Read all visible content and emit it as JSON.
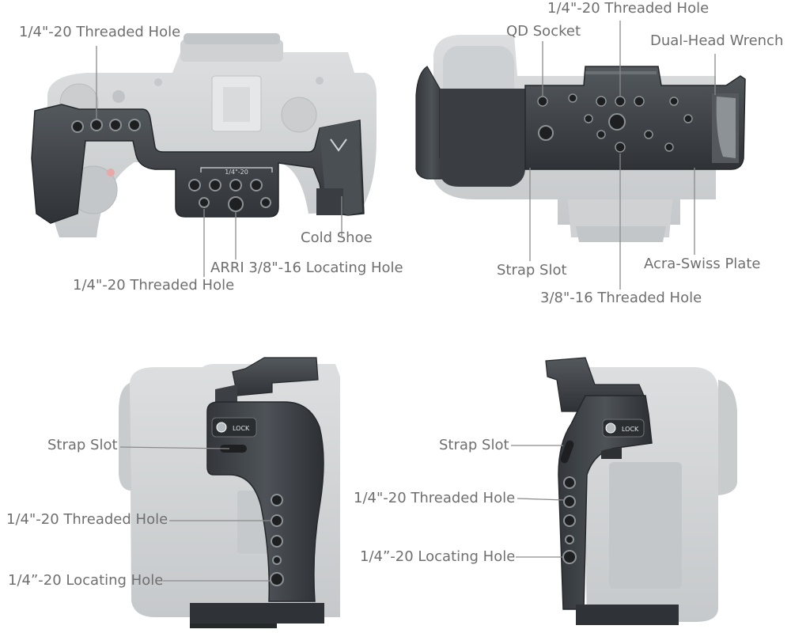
{
  "views": [
    {
      "name": "top-view",
      "labels": {
        "threaded_hole_top": "1/4\"-20 Threaded Hole",
        "cold_shoe": "Cold Shoe",
        "arri_locating_hole": "ARRI 3/8\"-16 Locating Hole",
        "threaded_hole_bottom": "1/4\"-20 Threaded Hole",
        "plate_marking": "1/4\"-20"
      }
    },
    {
      "name": "bottom-view",
      "labels": {
        "threaded_hole_top": "1/4\"-20 Threaded Hole",
        "qd_socket": "QD Socket",
        "dual_head_wrench": "Dual-Head Wrench",
        "strap_slot": "Strap Slot",
        "acra_swiss_plate": "Acra-Swiss Plate",
        "threaded_hole_38": "3/8\"-16 Threaded Hole"
      }
    },
    {
      "name": "left-side-view",
      "labels": {
        "strap_slot": "Strap Slot",
        "threaded_hole": "1/4\"-20 Threaded Hole",
        "locating_hole": "1/4”-20 Locating Hole",
        "lock_text": "LOCK"
      }
    },
    {
      "name": "right-side-view",
      "labels": {
        "strap_slot": "Strap Slot",
        "threaded_hole": "1/4\"-20 Threaded Hole",
        "locating_hole": "1/4”-20 Locating Hole",
        "lock_text": "LOCK"
      }
    }
  ],
  "colors": {
    "label_text": "#6f6f6f",
    "leader_line": "#8a8a8a",
    "camera_body": "#d2d4d5",
    "camera_detail": "#bfc2c4",
    "cage_metal": "#3f4347",
    "cage_edge": "#2a2d30",
    "hole": "#1c1e20",
    "hole_ring": "#8c9196"
  }
}
